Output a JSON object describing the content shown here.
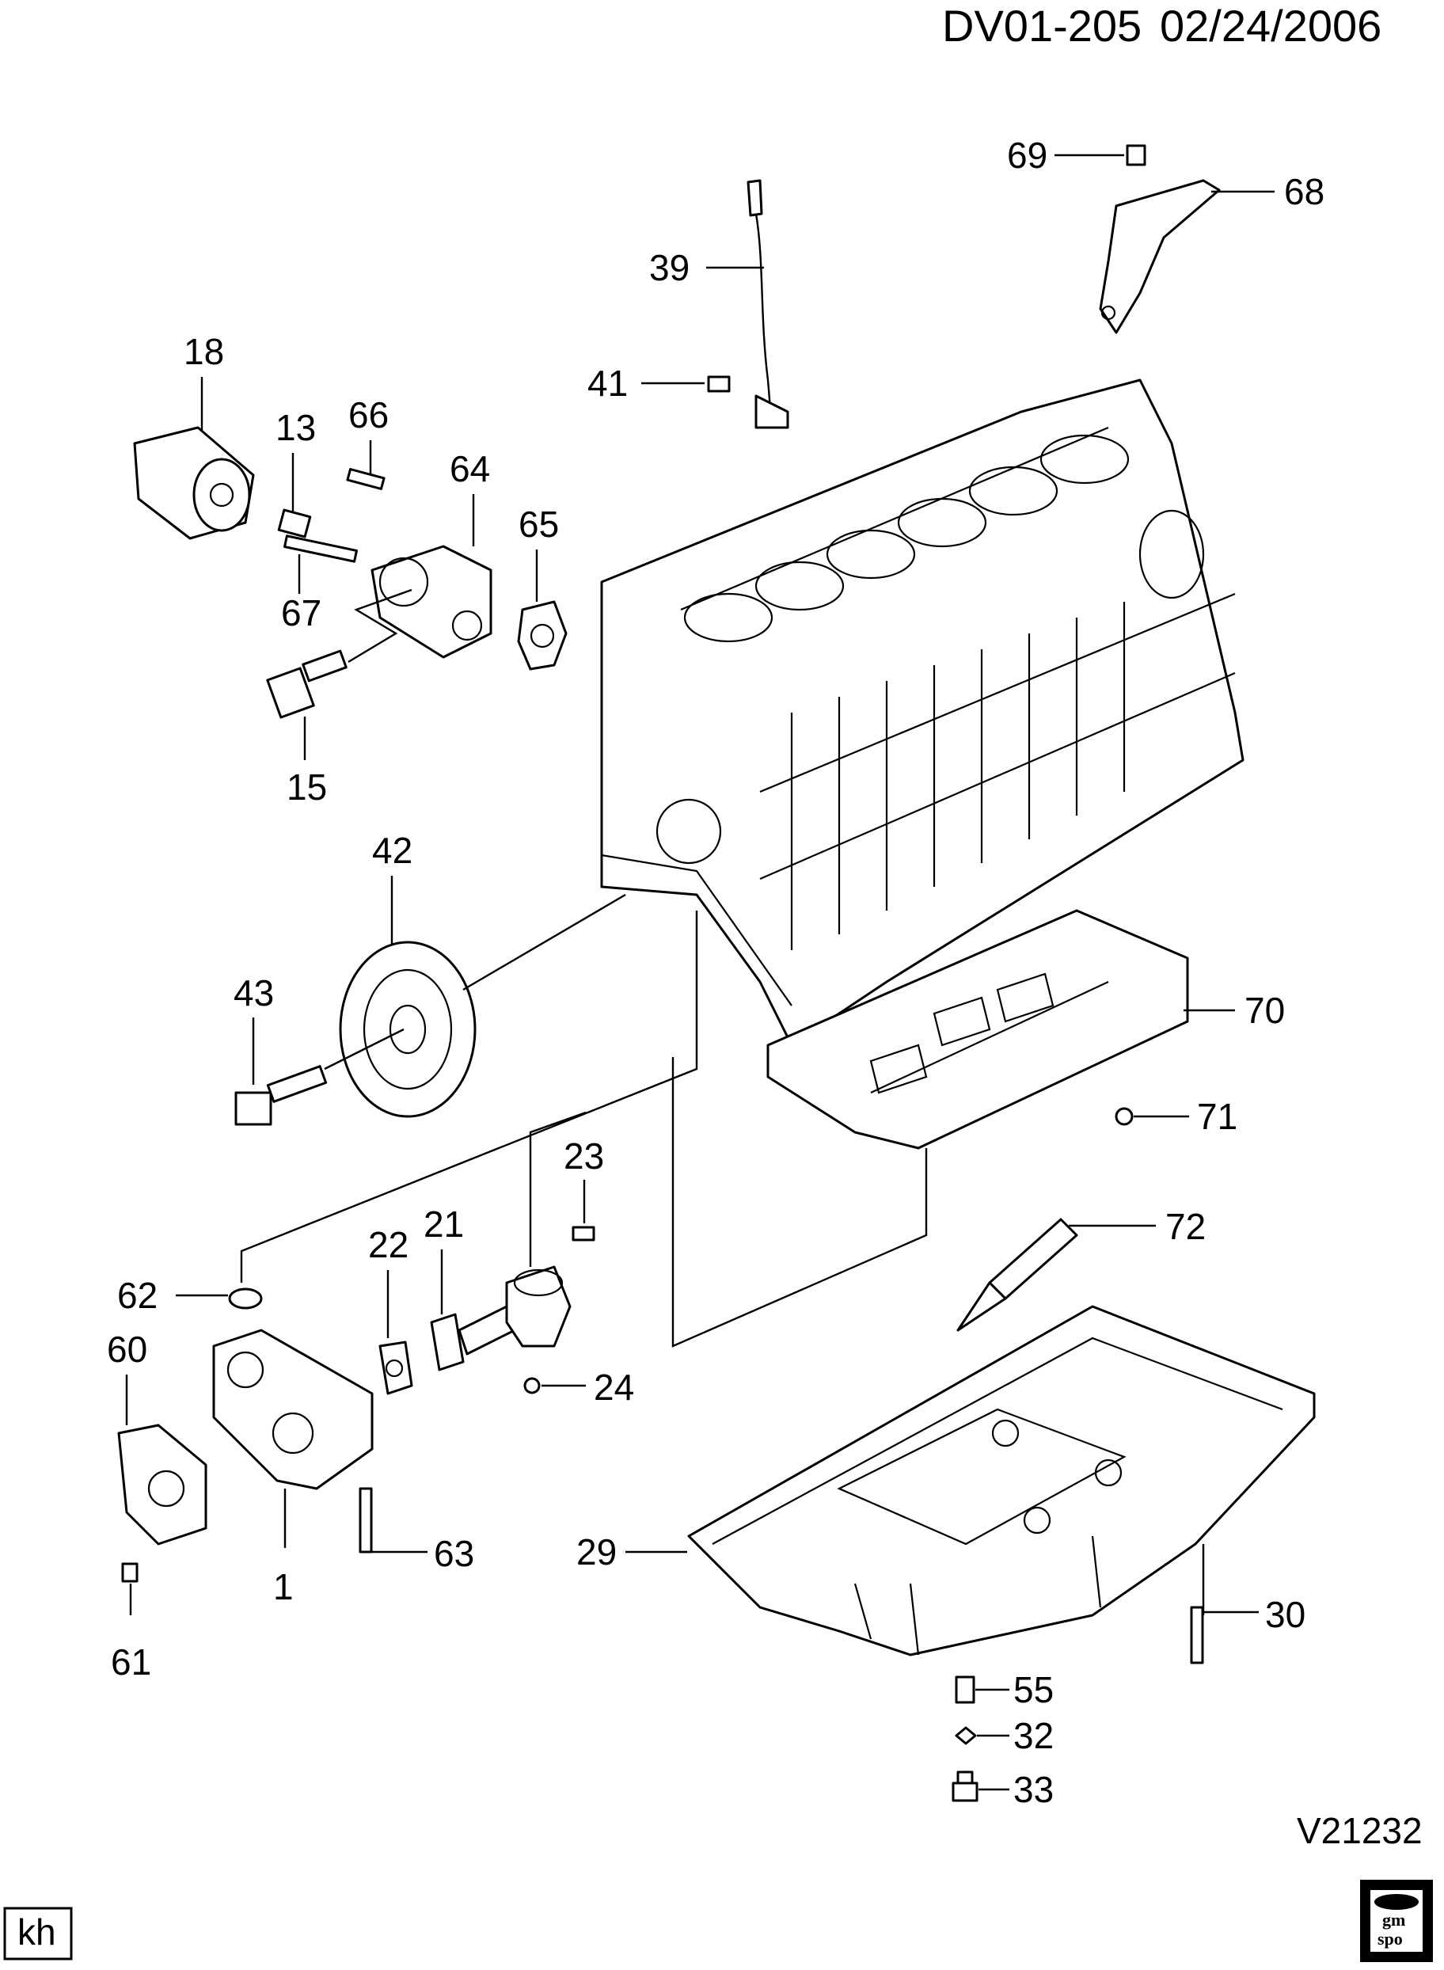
{
  "header": {
    "doc_id": "DV01-205",
    "date": "02/24/2006"
  },
  "footer": {
    "illustration_id": "V21232",
    "initials_box": "kh",
    "logo_text_line1": "gm",
    "logo_text_line2": "spo"
  },
  "callouts": {
    "c69": "69",
    "c68": "68",
    "c39": "39",
    "c41": "41",
    "c18": "18",
    "c13": "13",
    "c66": "66",
    "c64": "64",
    "c65": "65",
    "c67": "67",
    "c15": "15",
    "c42": "42",
    "c43": "43",
    "c70": "70",
    "c71": "71",
    "c23": "23",
    "c22": "22",
    "c21": "21",
    "c72": "72",
    "c62": "62",
    "c60": "60",
    "c24": "24",
    "c29": "29",
    "c63": "63",
    "c1": "1",
    "c61": "61",
    "c30": "30",
    "c55": "55",
    "c32": "32",
    "c33": "33"
  }
}
